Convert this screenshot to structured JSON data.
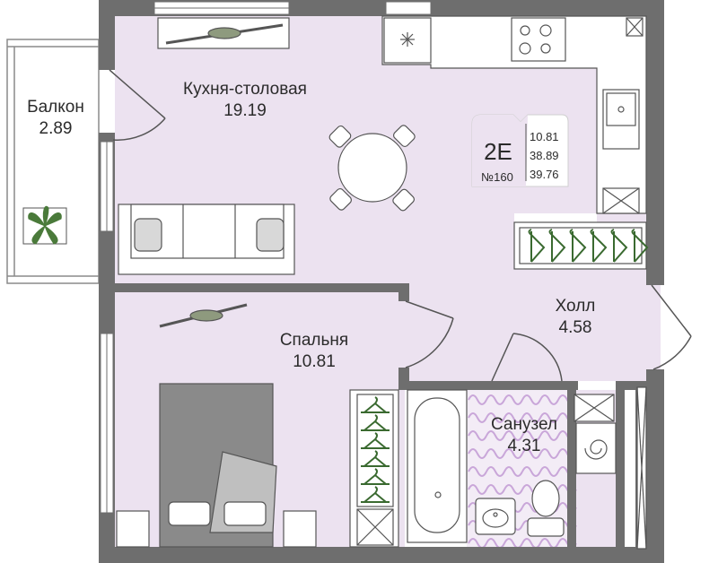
{
  "rooms": {
    "balcony": {
      "name": "Балкон",
      "area": "2.89"
    },
    "kitchen": {
      "name": "Кухня-столовая",
      "area": "19.19"
    },
    "bedroom": {
      "name": "Спальня",
      "area": "10.81"
    },
    "hall": {
      "name": "Холл",
      "area": "4.58"
    },
    "bathroom": {
      "name": "Санузел",
      "area": "4.31"
    }
  },
  "badge": {
    "code": "2E",
    "number": "№160",
    "values": [
      "10.81",
      "38.89",
      "39.76"
    ]
  },
  "colors": {
    "wall": "#6e6e6e",
    "room_fill": "#ece2f0",
    "furniture": "#8e9a7e",
    "accent": "#4a7a3a"
  }
}
